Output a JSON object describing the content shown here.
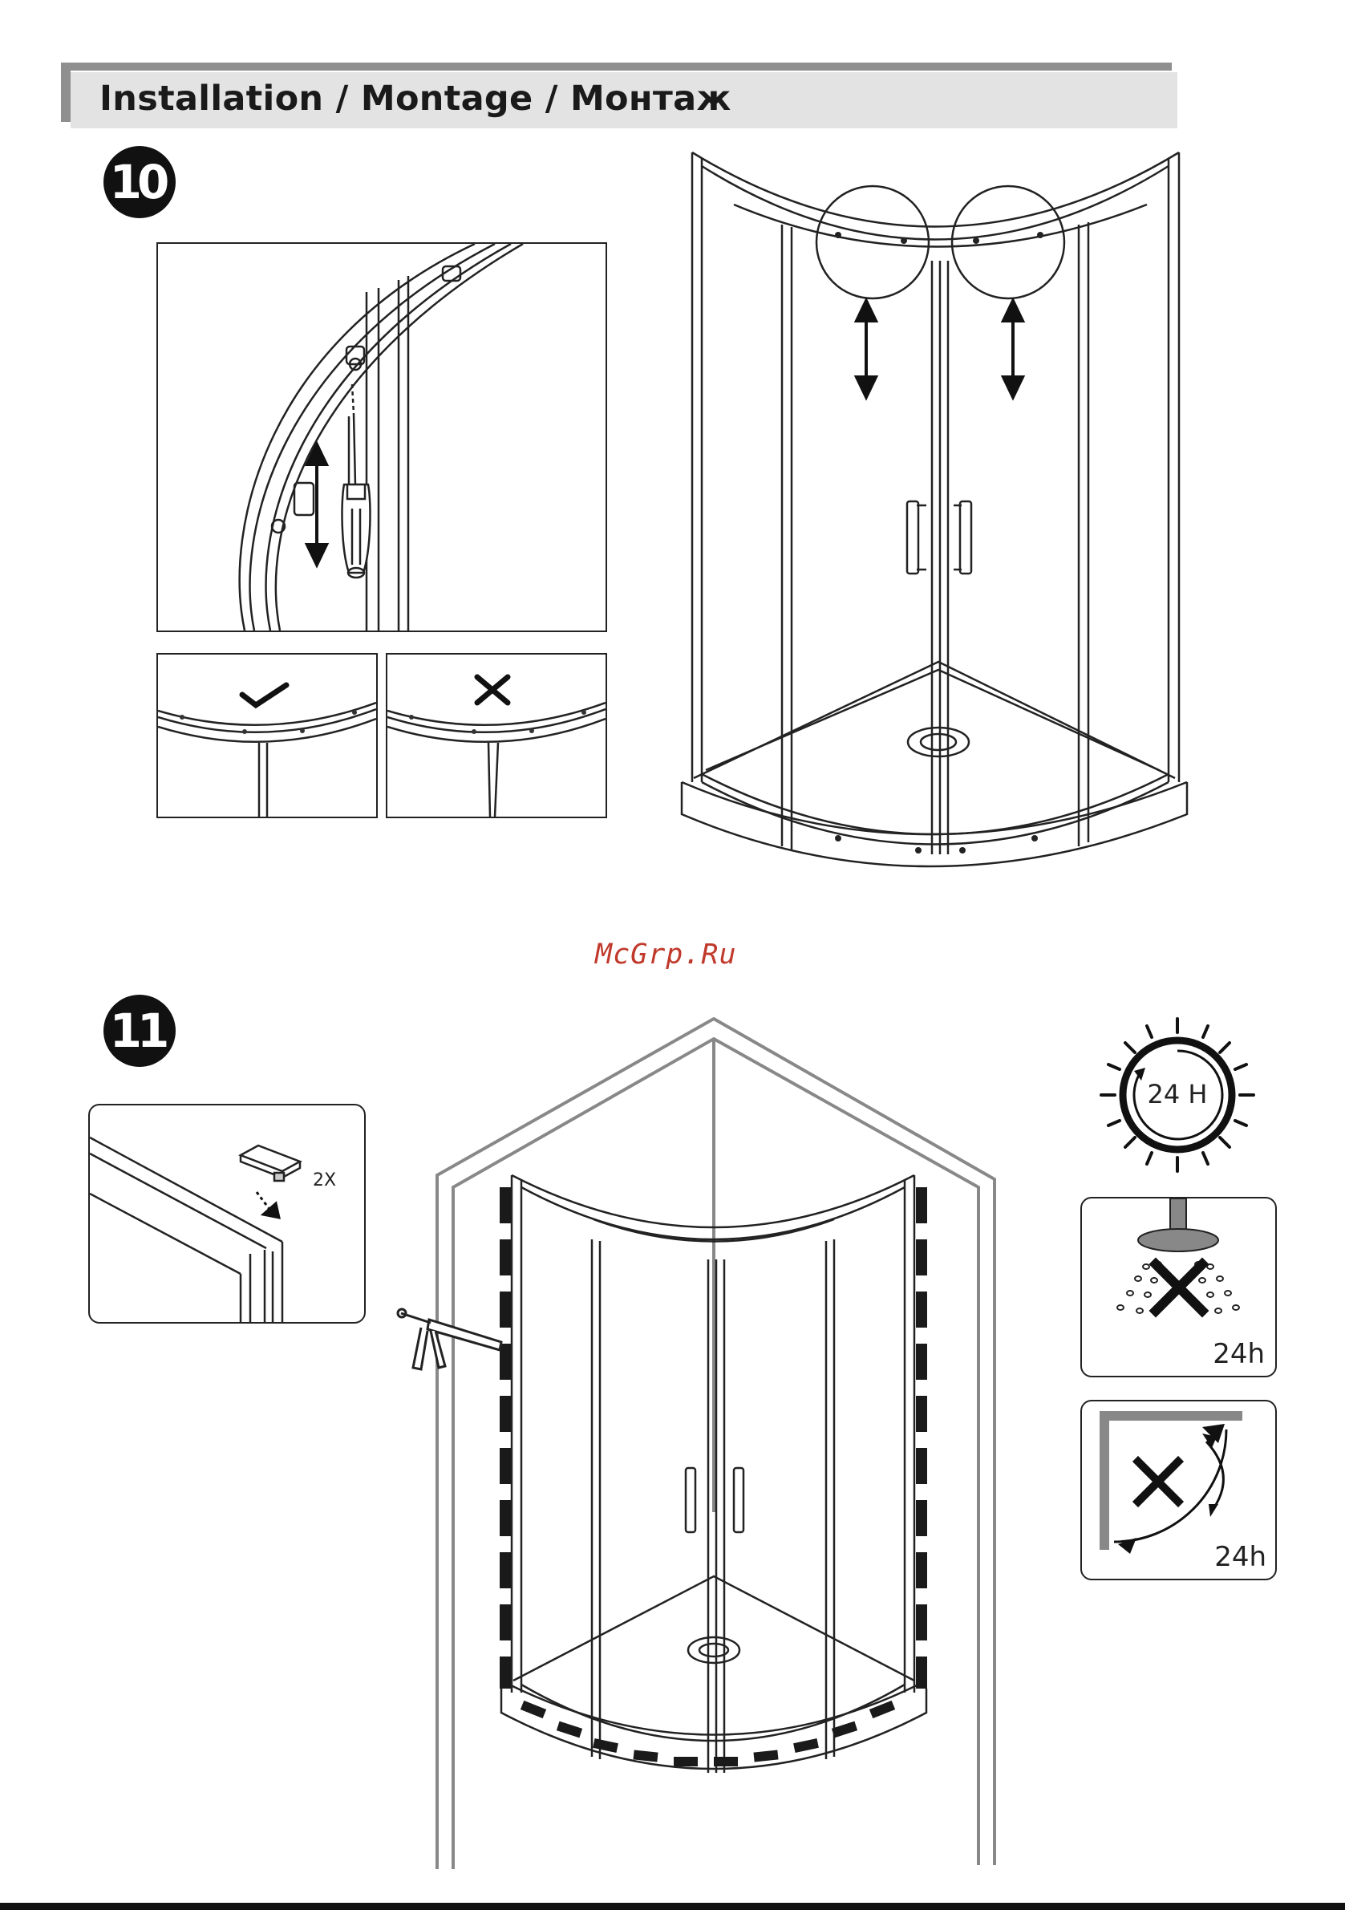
{
  "header": {
    "title": "Installation / Montage / Монтаж"
  },
  "steps": [
    {
      "number": "10"
    },
    {
      "number": "11"
    }
  ],
  "step10": {
    "correct_symbol": "check-icon",
    "wrong_symbol": "cross-icon"
  },
  "step11": {
    "end_cap_quantity": "2X",
    "wait_label": "24 H",
    "no_shower_label": "24h",
    "no_move_label": "24h"
  },
  "watermark": "McGrp.Ru",
  "colors": {
    "text": "#1a1a1a",
    "header_bar": "#8f8f8f",
    "header_bg": "#e3e3e3",
    "watermark": "#c0392b",
    "sealant": "#1a1a1a"
  }
}
